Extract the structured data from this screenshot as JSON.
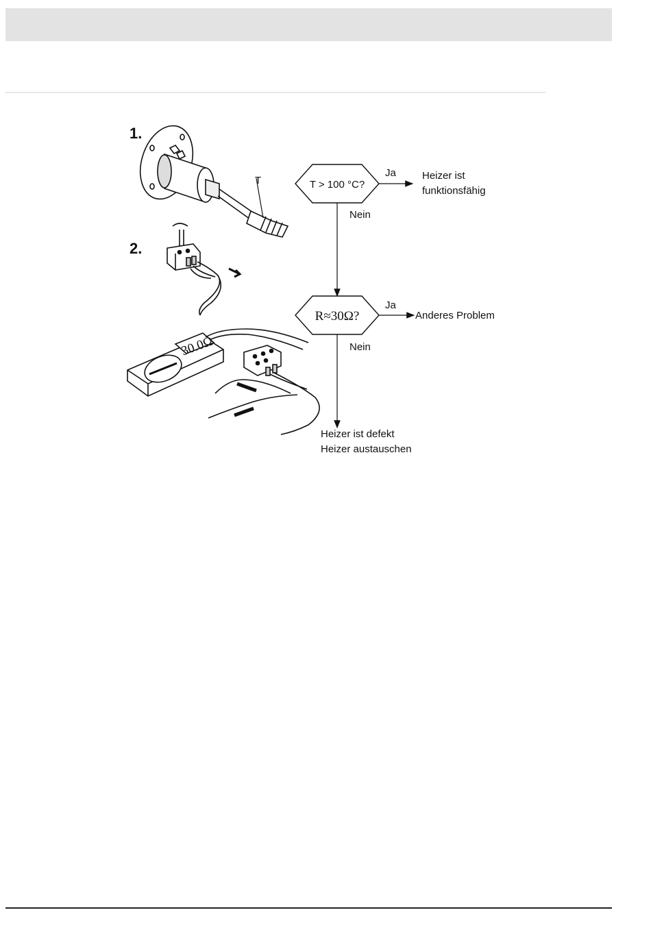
{
  "figure": {
    "step1": "1.",
    "step2": "2.",
    "sensor_label": "T",
    "meter_display": "30.0Ω"
  },
  "flowchart": {
    "decision1": "T > 100 °C?",
    "decision1_yes": "Ja",
    "decision1_no": "Nein",
    "outcome1_line1": "Heizer ist",
    "outcome1_line2": "funktionsfähig",
    "decision2": "R≈30Ω?",
    "decision2_yes": "Ja",
    "decision2_no": "Nein",
    "outcome2": "Anderes Problem",
    "outcome3_line1": "Heizer ist defekt",
    "outcome3_line2": "Heizer austauschen"
  }
}
